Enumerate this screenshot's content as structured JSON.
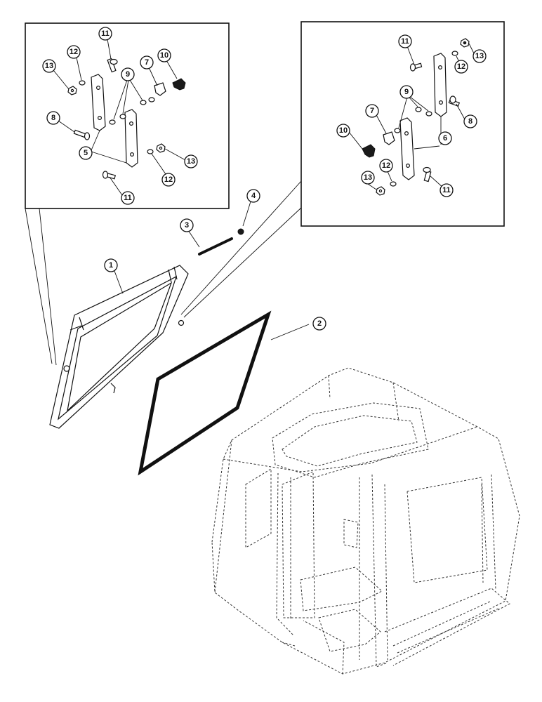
{
  "callouts": {
    "c1": "1",
    "c2": "2",
    "c3": "3",
    "c4": "4",
    "l5": "5",
    "l7": "7",
    "l8": "8",
    "l9": "9",
    "l10": "10",
    "l11a": "11",
    "l11b": "11",
    "l12a": "12",
    "l12b": "12",
    "l13a": "13",
    "l13b": "13",
    "r6": "6",
    "r7": "7",
    "r8": "8",
    "r9": "9",
    "r10": "10",
    "r11a": "11",
    "r11b": "11",
    "r12a": "12",
    "r12b": "12",
    "r13a": "13",
    "r13b": "13"
  }
}
